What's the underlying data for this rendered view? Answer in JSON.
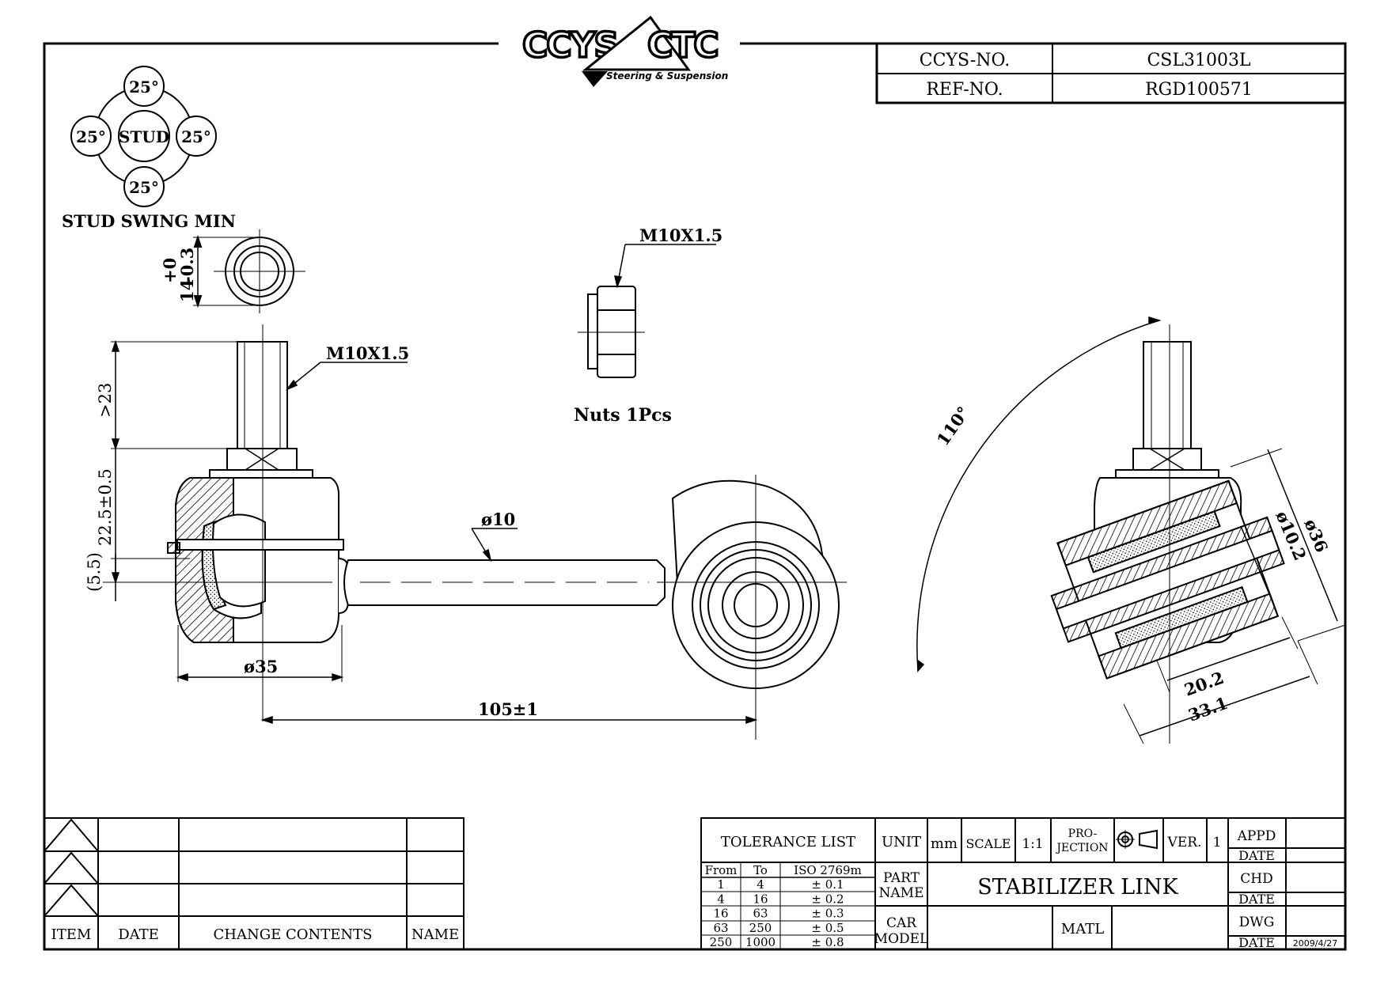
{
  "logo": {
    "brand_left": "CCYS",
    "brand_right": "CTC",
    "tagline": "Steering & Suspension"
  },
  "header_table": {
    "ccys_no_label": "CCYS-NO.",
    "ccys_no_value": "CSL31003L",
    "ref_no_label": "REF-NO.",
    "ref_no_value": "RGD100571"
  },
  "stud_swing": {
    "center": "STUD",
    "top": "25°",
    "left": "25°",
    "right": "25°",
    "bottom": "25°",
    "caption": "STUD SWING MIN"
  },
  "dimensions": {
    "nut_width": "14",
    "nut_tol_upper": "+0",
    "nut_tol_lower": "-0.3",
    "thread_main": "M10X1.5",
    "thread_nut": "M10X1.5",
    "nuts_note": "Nuts 1Pcs",
    "stud_len": ">23",
    "height": "22.5±0.5",
    "offset": "(5.5)",
    "rod_dia": "ø10",
    "ball_dia": "ø35",
    "length": "105±1",
    "angle": "110°",
    "bush_outer": "ø36",
    "bush_inner": "ø10.2",
    "bush_w1": "20.2",
    "bush_w2": "33.1"
  },
  "revision_table": {
    "headers": [
      "ITEM",
      "DATE",
      "CHANGE CONTENTS",
      "NAME"
    ]
  },
  "title_block": {
    "tolerance_list": "TOLERANCE LIST",
    "tol_headers": [
      "From",
      "To",
      "ISO 2769m"
    ],
    "tol_rows": [
      [
        "1",
        "4",
        "± 0.1"
      ],
      [
        "4",
        "16",
        "± 0.2"
      ],
      [
        "16",
        "63",
        "± 0.3"
      ],
      [
        "63",
        "250",
        "± 0.5"
      ],
      [
        "250",
        "1000",
        "± 0.8"
      ]
    ],
    "unit_label": "UNIT",
    "unit_value": "mm",
    "scale_label": "SCALE",
    "scale_value": "1:1",
    "projection_label_1": "PRO-",
    "projection_label_2": "JECTION",
    "ver_label": "VER.",
    "ver_value": "1",
    "part_name_label_1": "PART",
    "part_name_label_2": "NAME",
    "part_name": "STABILIZER  LINK",
    "car_model_label_1": "CAR",
    "car_model_label_2": "MODEL",
    "matl_label": "MATL",
    "appd": "APPD",
    "date1": "DATE",
    "chd": "CHD",
    "date2": "DATE",
    "dwg": "DWG",
    "date3": "DATE",
    "date_value": "2009/4/27"
  }
}
